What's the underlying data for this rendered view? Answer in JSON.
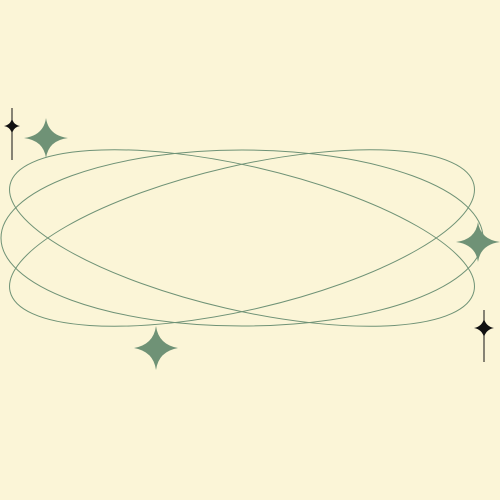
{
  "colors": {
    "background": "#fbf5d7",
    "orbit_stroke": "#6f9276",
    "sparkle_green": "#6f9276",
    "sparkle_black": "#111111"
  },
  "decorations": {
    "orbits": [
      "orbit-ellipse",
      "orbit-ellipse",
      "orbit-ellipse"
    ],
    "sparkles": [
      "four-point-star-icon",
      "four-point-star-icon",
      "four-point-star-icon",
      "four-point-star-icon",
      "four-point-star-icon"
    ]
  }
}
